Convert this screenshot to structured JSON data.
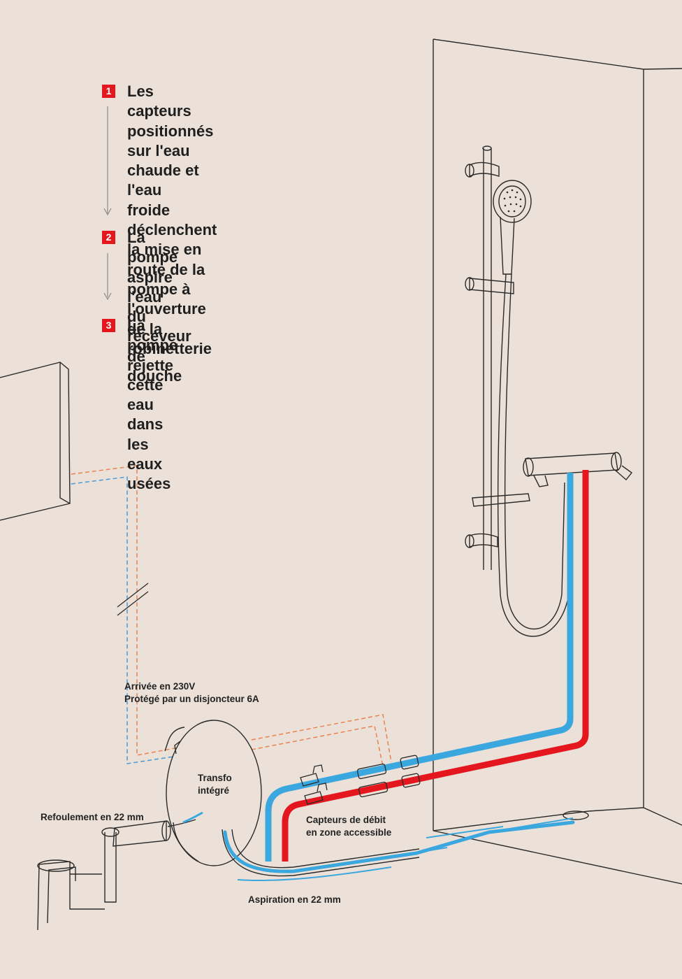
{
  "steps": [
    {
      "number": "1",
      "text": "Les capteurs positionnés\nsur l'eau chaude et l'eau\nfroide déclenchent\nla mise en route de la\npompe à l'ouverture\nde la robinetterie"
    },
    {
      "number": "2",
      "text": "La pompe aspire l'eau\ndu receveur de douche"
    },
    {
      "number": "3",
      "text": "La pompe rejette cette\neau dans les eaux usées"
    }
  ],
  "labels": {
    "power": "Arrivée en 230V\nProtégé par un disjoncteur 6A",
    "transformer": "Transfo\nintégré",
    "discharge": "Refoulement en 22 mm",
    "sensors": "Capteurs de débit\nen zone accessible",
    "suction": "Aspiration en 22 mm"
  },
  "colors": {
    "background": "#ece1d8",
    "accent_red": "#e3171d",
    "cold_water": "#3aa7df",
    "hot_water": "#e3171d",
    "electric_orange": "#e8834f",
    "electric_blue": "#4a9ad6",
    "line": "#2a2a2a"
  }
}
